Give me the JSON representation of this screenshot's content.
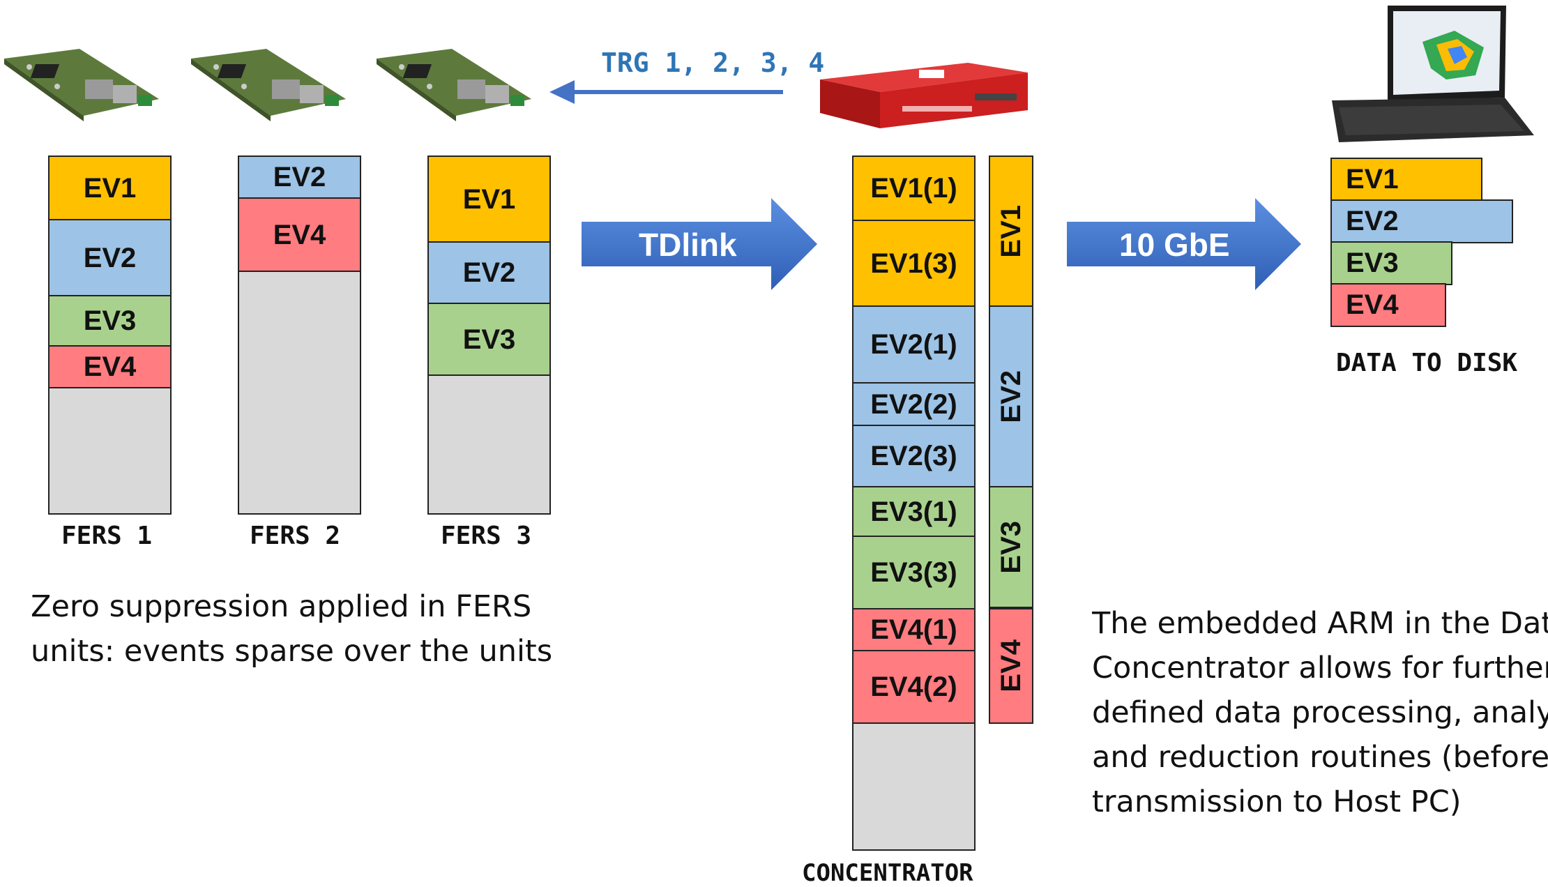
{
  "trigger_label": "TRG 1, 2, 3, 4",
  "fers_units": [
    {
      "label": "FERS 1",
      "blocks": [
        "EV1",
        "EV2",
        "EV3",
        "EV4"
      ]
    },
    {
      "label": "FERS 2",
      "blocks": [
        "EV2",
        "EV4"
      ]
    },
    {
      "label": "FERS 3",
      "blocks": [
        "EV1",
        "EV2",
        "EV3"
      ]
    }
  ],
  "tdlink_label": "TDlink",
  "concentrator": {
    "label": "CONCENTRATOR",
    "blocks": [
      "EV1(1)",
      "EV1(3)",
      "EV2(1)",
      "EV2(2)",
      "EV2(3)",
      "EV3(1)",
      "EV3(3)",
      "EV4(1)",
      "EV4(2)"
    ],
    "groups": [
      "EV1",
      "EV2",
      "EV3",
      "EV4"
    ]
  },
  "gbe_label": "10 GbE",
  "disk": {
    "label": "DATA TO DISK",
    "blocks": [
      "EV1",
      "EV2",
      "EV3",
      "EV4"
    ]
  },
  "note_left": [
    "Zero suppression applied in FERS",
    "units: events sparse over the units"
  ],
  "note_right": [
    "The embedded ARM in the Data",
    "Concentrator allows for further",
    "defined data processing, analysis",
    "and reduction routines (before",
    "transmission to Host PC)"
  ],
  "icons": {
    "board": "fers-board-icon",
    "concentrator": "concentrator-device-icon",
    "laptop": "laptop-icon"
  },
  "colors": {
    "ev1": "#ffc000",
    "ev2": "#9dc3e6",
    "ev3": "#a9d18e",
    "ev4": "#ff7c80",
    "empty": "#d9d9d9",
    "arrow": "#4472c4",
    "trigger": "#2e75b6"
  }
}
